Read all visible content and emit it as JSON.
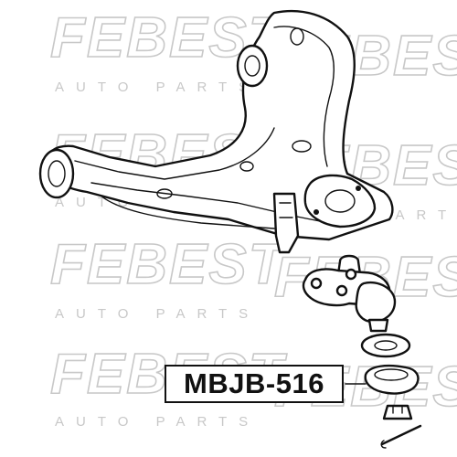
{
  "watermark": {
    "brand": "FEBEST",
    "tagline": "AUTO PARTS"
  },
  "part_label": {
    "code": "MBJB-516"
  },
  "colors": {
    "watermark": "#c8c8c8",
    "line_art": "#111111",
    "background": "#ffffff"
  }
}
